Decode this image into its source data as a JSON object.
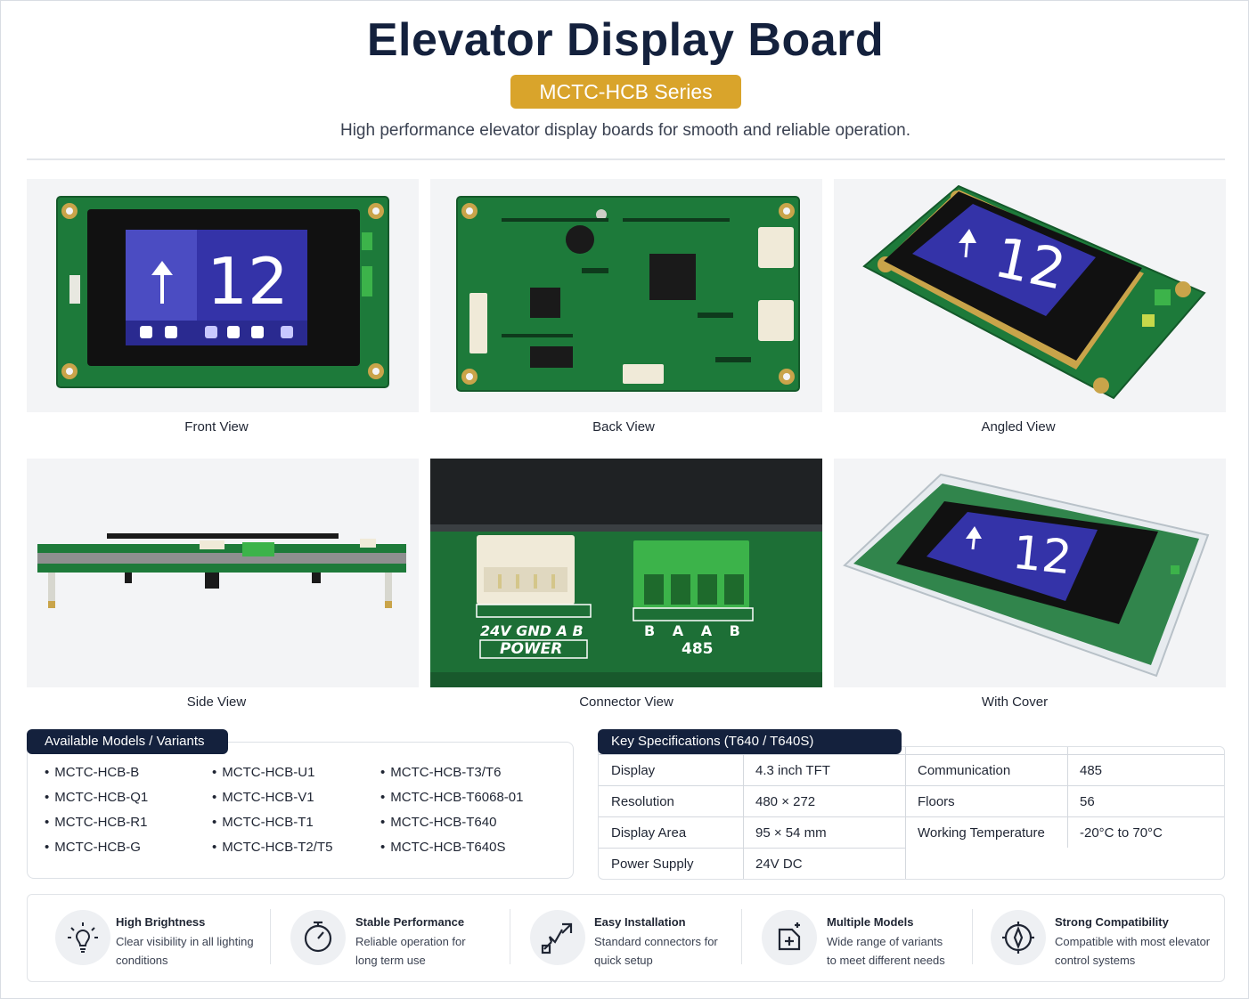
{
  "header": {
    "title": "Elevator Display Board",
    "series_badge": "MCTC-HCB Series",
    "tagline": "High performance elevator display boards for smooth and reliable operation."
  },
  "colors": {
    "navy": "#14213d",
    "gold": "#d9a42b",
    "pcb_green": "#1d7a3a",
    "screen_blue": "#3433a8"
  },
  "gallery": [
    {
      "caption": "Front View",
      "screen_number": "12"
    },
    {
      "caption": "Back View"
    },
    {
      "caption": "Angled View",
      "screen_number": "12"
    },
    {
      "caption": "Side View"
    },
    {
      "caption": "Connector View",
      "silkscreen": {
        "left_pins": "24V GND A B",
        "left_label": "POWER",
        "right_pins": "B A A B",
        "right_label": "485"
      }
    },
    {
      "caption": "With Cover",
      "screen_number": "12"
    }
  ],
  "models": {
    "heading": "Available Models / Variants",
    "columns": [
      [
        "MCTC-HCB-B",
        "MCTC-HCB-Q1",
        "MCTC-HCB-R1",
        "MCTC-HCB-G"
      ],
      [
        "MCTC-HCB-U1",
        "MCTC-HCB-V1",
        "MCTC-HCB-T1",
        "MCTC-HCB-T2/T5"
      ],
      [
        "MCTC-HCB-T3/T6",
        "MCTC-HCB-T6068-01",
        "MCTC-HCB-T640",
        "MCTC-HCB-T640S"
      ]
    ]
  },
  "specs": {
    "heading": "Key Specifications (T640 / T640S)",
    "rows": [
      {
        "k1": "Display",
        "v1": "4.3 inch TFT",
        "k2": "Communication",
        "v2": "485"
      },
      {
        "k1": "Resolution",
        "v1": "480 × 272",
        "k2": "Floors",
        "v2": "56"
      },
      {
        "k1": "Display Area",
        "v1": "95 × 54 mm",
        "k2": "Working Temperature",
        "v2": "-20°C to 70°C"
      },
      {
        "k1": "Power Supply",
        "v1": "24V DC",
        "k2": "",
        "v2": ""
      }
    ]
  },
  "features": [
    {
      "icon": "lightbulb-icon",
      "title": "High Brightness",
      "desc_line1": "Clear visibility in all lighting",
      "desc_line2": "conditions"
    },
    {
      "icon": "gauge-icon",
      "title": "Stable Performance",
      "desc_line1": "Reliable operation for",
      "desc_line2": "long term use"
    },
    {
      "icon": "install-arrow-icon",
      "title": "Easy Installation",
      "desc_line1": "Standard connectors for",
      "desc_line2": "quick setup"
    },
    {
      "icon": "add-module-icon",
      "title": "Multiple Models",
      "desc_line1": "Wide range of variants",
      "desc_line2": "to meet different needs"
    },
    {
      "icon": "compass-icon",
      "title": "Strong Compatibility",
      "desc_line1": "Compatible with most elevator",
      "desc_line2": "control systems"
    }
  ]
}
